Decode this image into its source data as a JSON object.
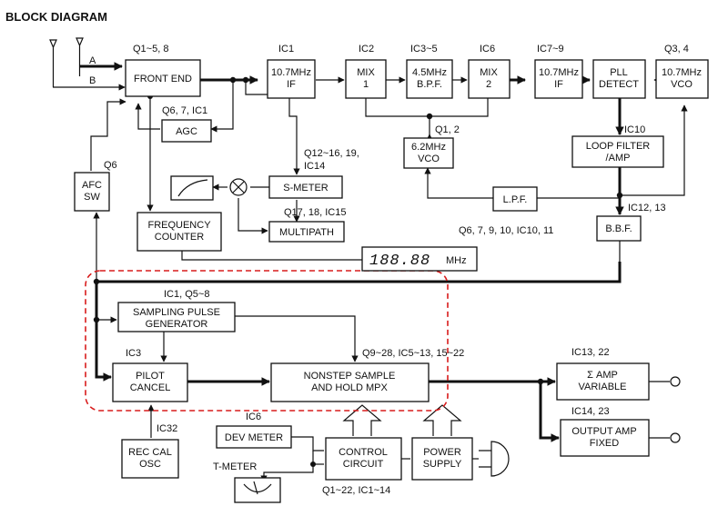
{
  "title": "BLOCK DIAGRAM",
  "antenna": {
    "a": "A",
    "b": "B"
  },
  "blocks": {
    "front_end": [
      "FRONT END"
    ],
    "if1": [
      "10.7MHz",
      "IF"
    ],
    "mix1": [
      "MIX",
      "1"
    ],
    "bpf": [
      "4.5MHz",
      "B.P.F."
    ],
    "mix2": [
      "MIX",
      "2"
    ],
    "if2": [
      "10.7MHz",
      "IF"
    ],
    "pll": [
      "PLL",
      "DETECT"
    ],
    "vco1": [
      "10.7MHz",
      "VCO"
    ],
    "agc": [
      "AGC"
    ],
    "vco2": [
      "6.2MHz",
      "VCO"
    ],
    "loop": [
      "LOOP FILTER",
      "/AMP"
    ],
    "afc": [
      "AFC",
      "SW"
    ],
    "smeter": [
      "S-METER"
    ],
    "lpf": [
      "L.P.F."
    ],
    "freq": [
      "FREQUENCY",
      "COUNTER"
    ],
    "multipath": [
      "MULTIPATH"
    ],
    "bbf": [
      "B.B.F."
    ],
    "sampling": [
      "SAMPLING PULSE",
      "GENERATOR"
    ],
    "pilot": [
      "PILOT",
      "CANCEL"
    ],
    "nonstep": [
      "NONSTEP SAMPLE",
      "AND HOLD MPX"
    ],
    "samp": [
      "Σ AMP",
      "VARIABLE"
    ],
    "outamp": [
      "OUTPUT AMP",
      "FIXED"
    ],
    "reccal": [
      "REC CAL",
      "OSC"
    ],
    "devmeter": [
      "DEV METER"
    ],
    "control": [
      "CONTROL",
      "CIRCUIT"
    ],
    "power": [
      "POWER",
      "SUPPLY"
    ]
  },
  "labels": {
    "q1_5_8": "Q1~5, 8",
    "ic1": "IC1",
    "ic2": "IC2",
    "ic3_5": "IC3~5",
    "ic6_top": "IC6",
    "ic7_9": "IC7~9",
    "q3_4": "Q3, 4",
    "q6_7_ic1": "Q6, 7, IC1",
    "q1_2": "Q1, 2",
    "ic10": "IC10",
    "q12_16": "Q12~16, 19,",
    "ic14": "IC14",
    "q6": "Q6",
    "q17_18": "Q17, 18, IC15",
    "q6_11": "Q6, 7, 9, 10, IC10, 11",
    "ic12_13": "IC12, 13",
    "ic1_q5_8": "IC1, Q5~8",
    "ic3": "IC3",
    "q9_28": "Q9~28, IC5~13, 15~22",
    "ic13_22": "IC13, 22",
    "ic14_23": "IC14, 23",
    "ic32": "IC32",
    "ic6_bottom": "IC6",
    "t_meter": "T-METER",
    "q1_22": "Q1~22, IC1~14"
  },
  "display": {
    "digits": "188.88",
    "unit": "MHz"
  }
}
